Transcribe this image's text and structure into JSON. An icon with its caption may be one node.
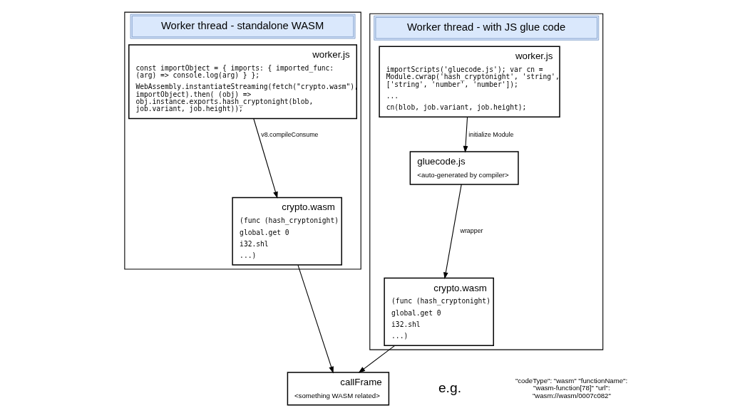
{
  "diagram": {
    "nodes": [
      {
        "text": [
          "Worker thread - standalone WASM"
        ]
      },
      {
        "text": [
          "worker.js",
          "const importObject = { imports: { imported_func: (arg) => console.log(arg) } };",
          "WebAssembly.instantiateStreaming(fetch(\"crypto.wasm\"), importObject).then( (obj) => obj.instance.exports.hash_cryptonight(blob, job.variant, job.height));"
        ],
        "in": 0
      },
      {
        "text": [
          "crypto.wasm",
          "(func (hash_cryptonight)",
          "global.get 0",
          "i32.shl",
          "...)"
        ],
        "in": 0
      },
      {
        "text": [
          "Worker thread - with JS glue code"
        ]
      },
      {
        "text": [
          "worker.js",
          "importScripts('gluecode.js'); var cn = Module.cwrap('hash_cryptonight', 'string', ['string', 'number', 'number']);",
          "...",
          "cn(blob, job.variant, job.height);"
        ],
        "in": 3
      },
      {
        "text": [
          "gluecode.js",
          "<auto-generated by compiler>"
        ],
        "in": 3
      },
      {
        "text": [
          "crypto.wasm",
          "(func (hash_cryptonight)",
          "global.get 0",
          "i32.shl",
          "...)"
        ],
        "in": 3
      },
      {
        "text": [
          "callFrame",
          "<something WASM related>"
        ]
      }
    ],
    "edges": [
      {
        "from": 1,
        "to": 2,
        "arrow": "to",
        "label": "v8.compileConsume"
      },
      {
        "from": 4,
        "to": 5,
        "arrow": "to",
        "label": "initialize Module"
      },
      {
        "from": 5,
        "to": 6,
        "arrow": "to",
        "label": "wrapper"
      },
      {
        "from": 2,
        "to": 7,
        "arrow": "to"
      },
      {
        "from": 6,
        "to": 7,
        "arrow": "to"
      }
    ],
    "labels": [
      "e.g.",
      "\"codeType\": \"wasm\" \"functionName\": \"wasm-function[78]\" \"url\": \"wasm://wasm/0007c082\""
    ]
  }
}
